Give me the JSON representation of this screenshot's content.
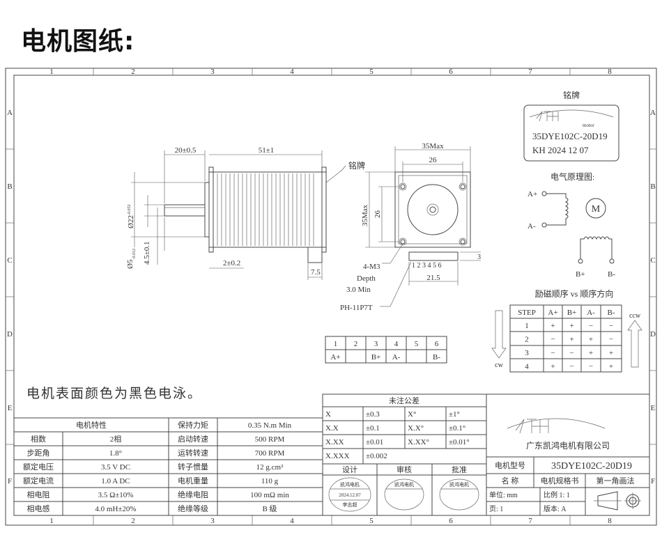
{
  "heading": "电机图纸:",
  "frame": {
    "columns": [
      "1",
      "2",
      "3",
      "4",
      "5",
      "6",
      "7",
      "8"
    ],
    "rows": [
      "A",
      "B",
      "C",
      "D",
      "E",
      "F"
    ]
  },
  "side_view": {
    "dim_shaft_len": "20±0.5",
    "dim_body_len": "51±1",
    "dim_shaft_dia": "Ø22",
    "dim_shaft_dia_tol": "-0.052",
    "dim_shaft_d5": "Ø5",
    "dim_shaft_d5_tol": "-0.012",
    "dim_flat": "4.5±0.1",
    "dim_boss": "2±0.2",
    "dim_connector": "7.5",
    "nameplate_label": "铭牌"
  },
  "front_view": {
    "dim_35max_h": "35Max",
    "dim_26_h": "26",
    "dim_35max_v": "35Max",
    "dim_26_v": "26",
    "thread_label": "4-M3",
    "depth_label": "Depth",
    "depth_value": "3.0 Min",
    "dim_21_5": "21.5",
    "dim_3": "3",
    "pin_numbers": "1 2 3 4 5 6",
    "connector_label": "PH-11P7T"
  },
  "nameplate": {
    "title": "铭牌",
    "logo_text": "motor",
    "model": "35DYE102C-20D19",
    "date": "KH 2024 12 07"
  },
  "schematic": {
    "title": "电气原理图:",
    "a_plus": "A+",
    "a_minus": "A-",
    "motor": "M",
    "b_plus": "B+",
    "b_minus": "B-"
  },
  "sequence": {
    "title": "励磁顺序 vs 顺序方向",
    "headers": [
      "STEP",
      "A+",
      "B+",
      "A-",
      "B-"
    ],
    "rows": [
      [
        "1",
        "+",
        "+",
        "−",
        "−"
      ],
      [
        "2",
        "−",
        "+",
        "+",
        "−"
      ],
      [
        "3",
        "−",
        "−",
        "+",
        "+"
      ],
      [
        "4",
        "+",
        "−",
        "−",
        "+"
      ]
    ],
    "cw": "cw",
    "ccw": "ccw"
  },
  "pin_table": {
    "numbers": [
      "1",
      "2",
      "3",
      "4",
      "5",
      "6"
    ],
    "signals": [
      "A+",
      "",
      "B+",
      "A-",
      "",
      "B-"
    ]
  },
  "surface_note": "电机表面颜色为黑色电泳。",
  "specs": {
    "header": "电机特性",
    "rows": [
      [
        "相数",
        "2相",
        "启动转速",
        "500 RPM"
      ],
      [
        "步距角",
        "1.8°",
        "运转转速",
        "700 RPM"
      ],
      [
        "额定电压",
        "3.5 V DC",
        "转子惯量",
        "12 g.cm²"
      ],
      [
        "额定电流",
        "1.0 A DC",
        "电机重量",
        "110 g"
      ],
      [
        "相电阻",
        "3.5 Ω±10%",
        "绝缘电阻",
        "100 mΩ min"
      ],
      [
        "相电感",
        "4.0 mH±20%",
        "绝缘等级",
        "B 级"
      ]
    ],
    "holding_label": "保持力矩",
    "holding_value": "0.35 N.m Min"
  },
  "tolerance": {
    "title": "未注公差",
    "rows": [
      [
        "X",
        "±0.3",
        "X°",
        "±1°"
      ],
      [
        "X.X",
        "±0.1",
        "X.X°",
        "±0.1°"
      ],
      [
        "X.XX",
        "±0.01",
        "X.XX°",
        "±0.01°"
      ],
      [
        "X.XXX",
        "±0.002",
        "",
        ""
      ]
    ]
  },
  "approval": {
    "design": "设计",
    "review": "审核",
    "approve": "批准",
    "stamp_text": "凯鸿电机",
    "stamp_date": "2024.12.07",
    "stamp_name": "李志超"
  },
  "title_block": {
    "company": "广东凯鸿电机有限公司",
    "model_label": "电机型号",
    "model_value": "35DYE102C-20D19",
    "name_label": "名 称",
    "name_value": "电机规格书",
    "projection": "第一角画法",
    "unit_label": "单位: mm",
    "scale": "比例 1: 1",
    "page": "页: 1",
    "version": "版本: A"
  }
}
